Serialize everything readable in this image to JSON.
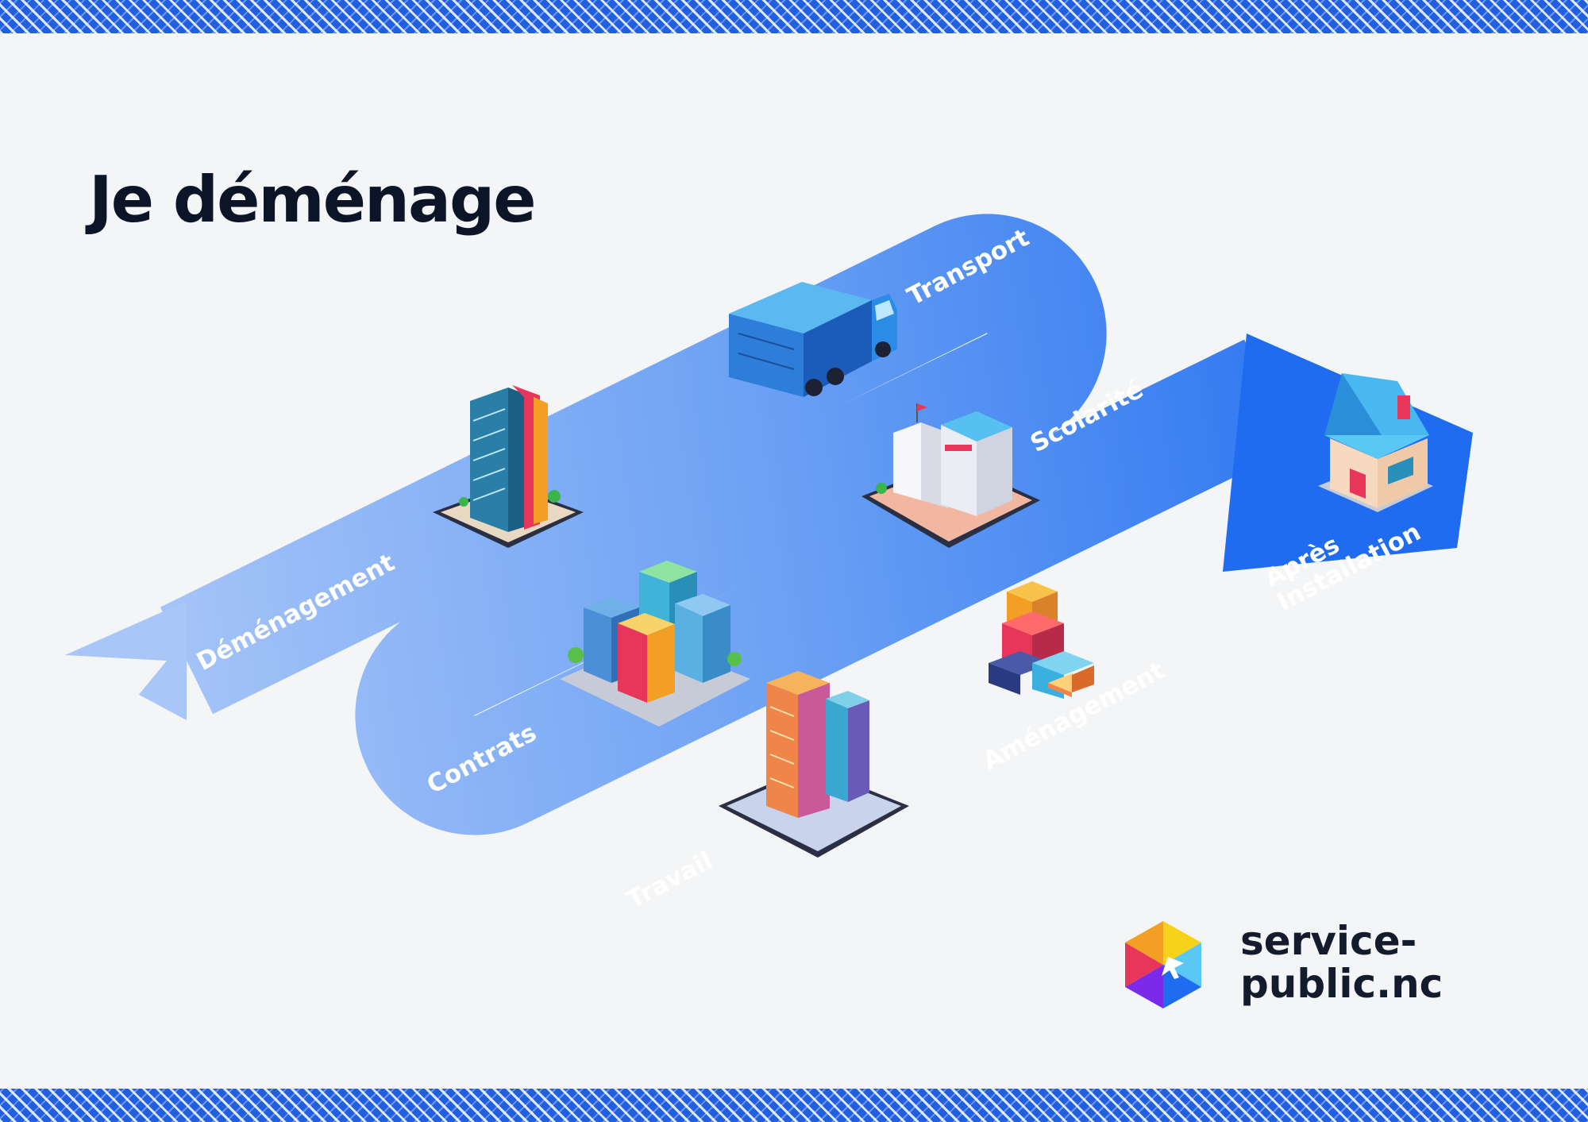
{
  "title": "Je déménage",
  "steps": [
    {
      "label": "Déménagement",
      "icon": "office-tower-icon"
    },
    {
      "label": "Transport",
      "icon": "moving-truck-icon"
    },
    {
      "label": "Scolarité",
      "icon": "school-building-icon"
    },
    {
      "label": "Contrats",
      "icon": "apartment-blocks-icon"
    },
    {
      "label": "Travail",
      "icon": "office-building-icon"
    },
    {
      "label": "Aménagement",
      "icon": "boxes-icon"
    },
    {
      "label": "Après\nInstallation",
      "icon": "house-icon"
    }
  ],
  "brand": {
    "line1": "service-",
    "line2": "public.nc"
  },
  "colors": {
    "path_light": "#8fb6f7",
    "path_mid": "#5a94f2",
    "path_dark": "#1f6cf0",
    "accent": "#1f5fe0",
    "title": "#0c1428"
  }
}
